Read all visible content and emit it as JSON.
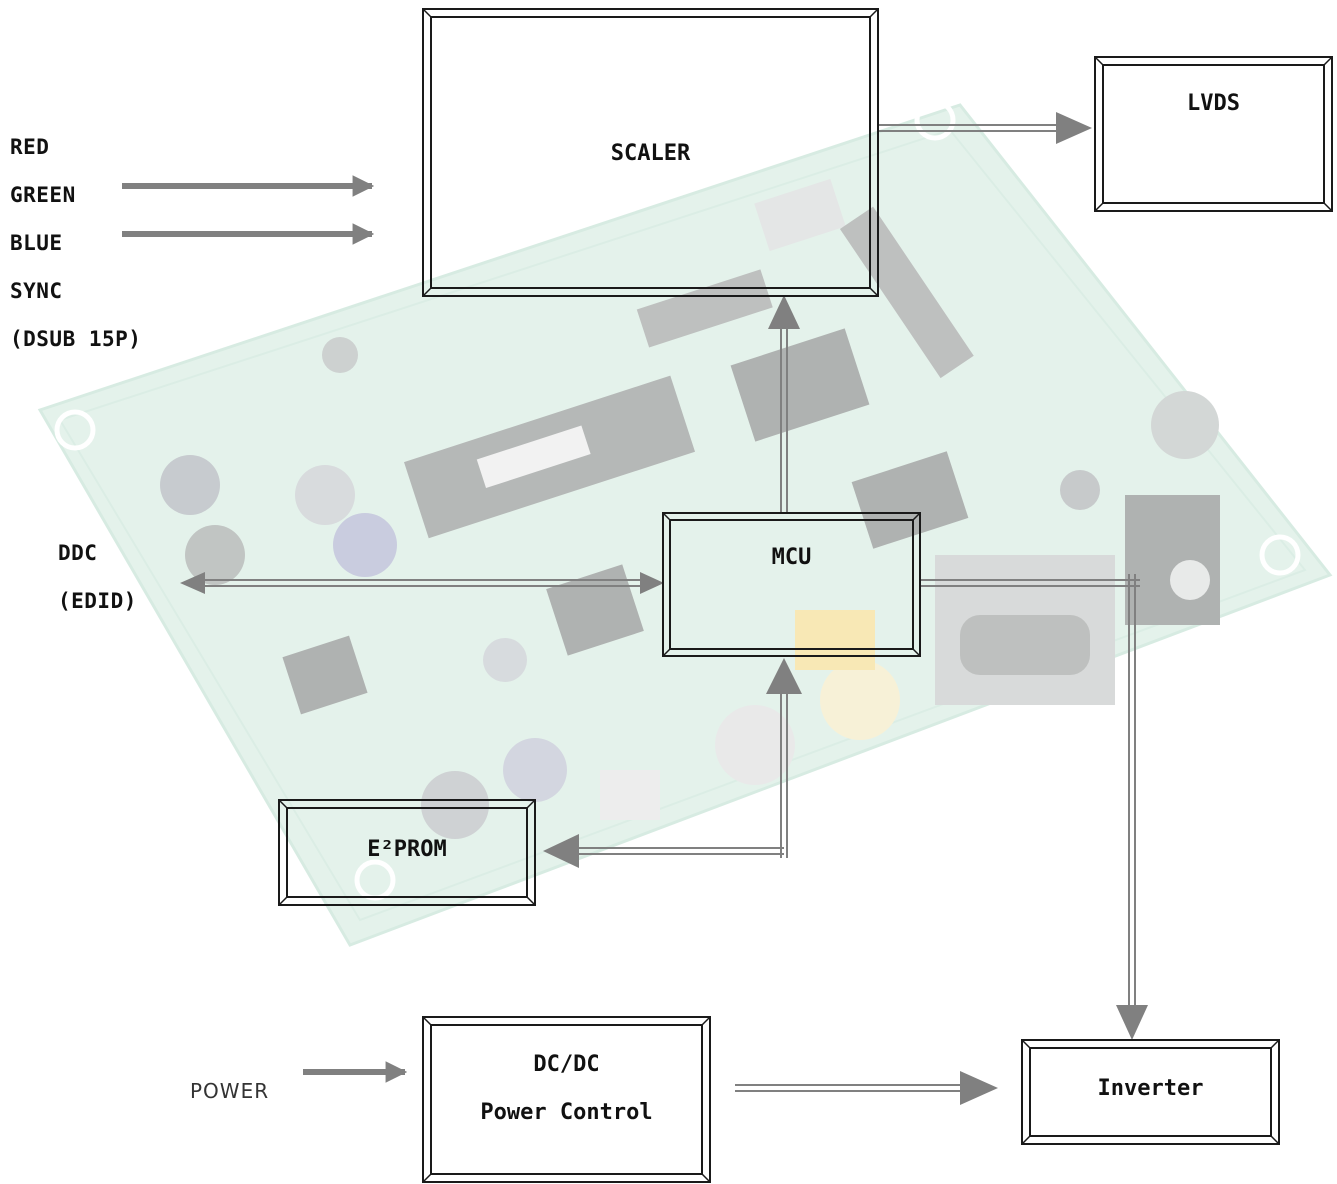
{
  "inputs": {
    "rgb": [
      "RED",
      "GREEN",
      "BLUE",
      "SYNC",
      "(DSUB 15P)"
    ],
    "ddc": [
      "DDC",
      "(EDID)"
    ],
    "power": "POWER"
  },
  "blocks": {
    "scaler": "SCALER",
    "lvds": "LVDS",
    "mcu": "MCU",
    "eeprom": "E²PROM",
    "dcdc_line1": "DC/DC",
    "dcdc_line2": "Power Control",
    "inverter": "Inverter"
  },
  "colors": {
    "arrow": "#808080",
    "border": "#1a1a1a",
    "board": "#cfe9dc"
  }
}
